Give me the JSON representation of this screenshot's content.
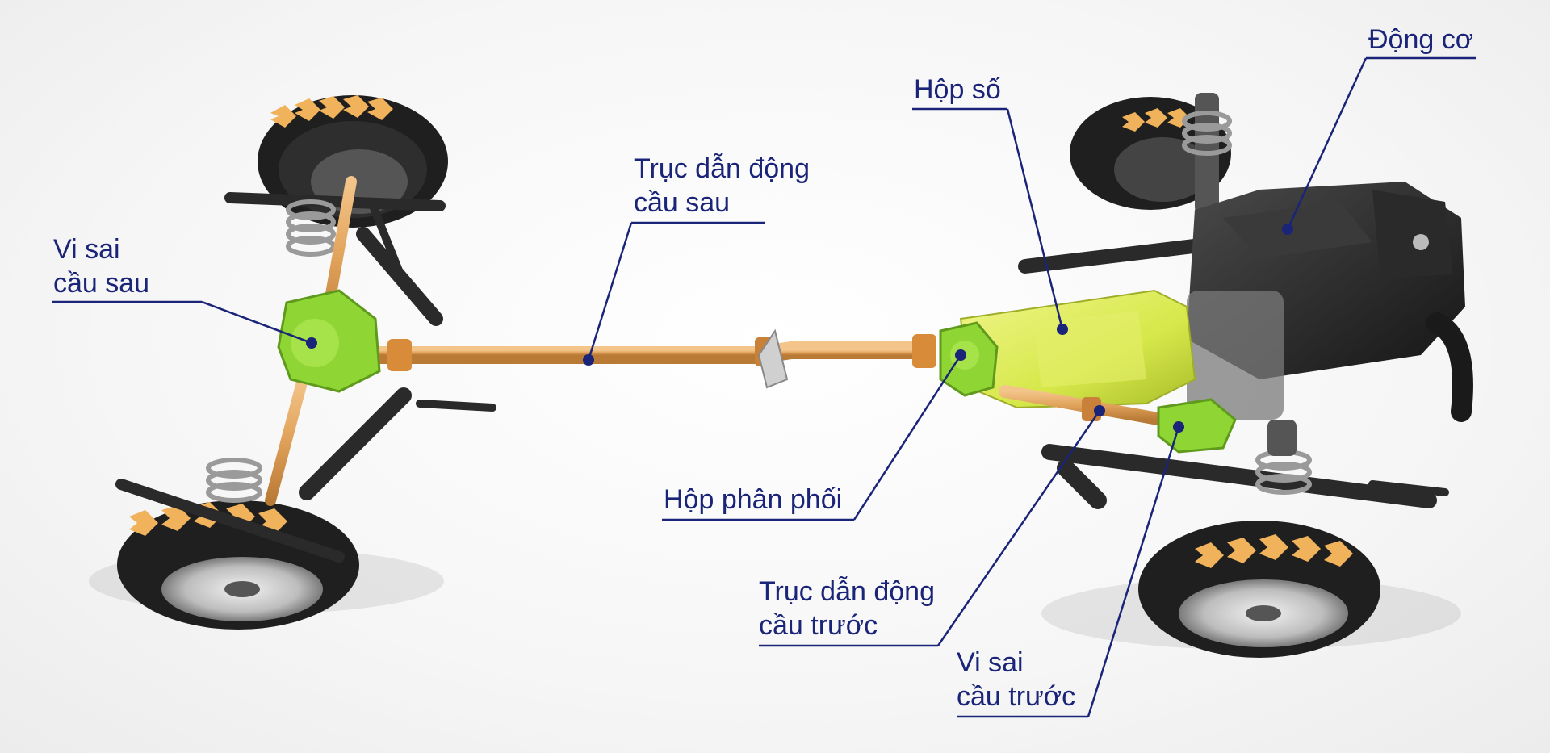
{
  "labels": {
    "engine": {
      "lines": [
        "Động cơ"
      ]
    },
    "gearbox": {
      "lines": [
        "Hộp số"
      ]
    },
    "rear_driveshaft": {
      "lines": [
        "Trục dẫn động",
        "cầu sau"
      ]
    },
    "rear_differential": {
      "lines": [
        "Vi sai",
        "cầu sau"
      ]
    },
    "transfer_case": {
      "lines": [
        "Hộp phân phối"
      ]
    },
    "front_driveshaft": {
      "lines": [
        "Trục dẫn động",
        "cầu trước"
      ]
    },
    "front_differential": {
      "lines": [
        "Vi sai",
        "cầu trước"
      ]
    }
  },
  "colors": {
    "label_text": "#1a2478",
    "leader_line": "#1a2478",
    "driveshaft": "#e0a25a",
    "differential": "#8fd634",
    "gearbox": "#d6e84a",
    "engine": "#2b2b2b",
    "tire": "#1f1f1f",
    "tread_chevron": "#f0b25a",
    "rim": "#c8c8c8",
    "chassis": "#2a2a2a"
  }
}
